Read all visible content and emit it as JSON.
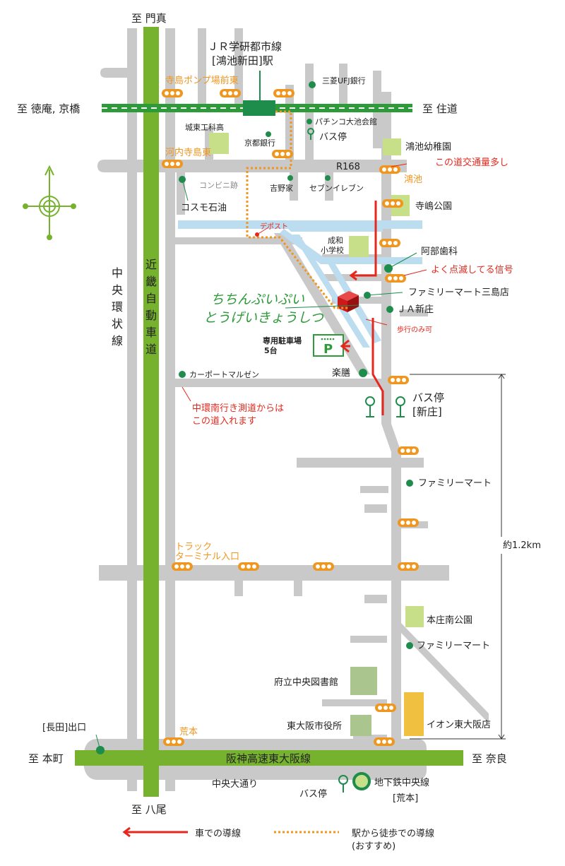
{
  "directions": {
    "north": "至 門真",
    "south": "至 八尾",
    "west_top": "至 徳庵, 京橋",
    "east_top": "至 住道",
    "west_bottom": "至 本町",
    "east_bottom": "至 奈良"
  },
  "station": {
    "line": "ＪＲ学研都市線",
    "name": "[鴻池新田]駅"
  },
  "intersections": {
    "teraji_pump": "寺島ポンプ場前東",
    "kawachi_terajima_higashi": "河内寺島東",
    "konoike": "鴻池",
    "truck_terminal": "トラック ターミナル入口",
    "truck_line1": "トラック",
    "truck_line2": "ターミナル入口",
    "aramoto": "荒本"
  },
  "roads": {
    "kinki_expressway": "近畿自動車道",
    "chuo_kanjo": "中央環状線",
    "hanshin_expressway": "阪神高速東大阪線",
    "chuo_odori": "中央大通り",
    "route": "R168",
    "nagata_exit": "[長田]出口"
  },
  "landmarks": {
    "mufg": "三菱UFJ銀行",
    "pachinko": "パチンコ大池会館",
    "bus_stop_north": "バス停",
    "joto_koka": "城東工科高",
    "kyoto_bank": "京都銀行",
    "konoike_kindergarten": "鴻池幼稚園",
    "convenience_ruins": "コンビニ跡",
    "yoshinoya": "吉野家",
    "seven_eleven": "セブンイレブン",
    "cosmo": "コスモ石油",
    "terajima_park": "寺嶋公園",
    "depost": "デポスト",
    "seiwa_school_1": "成和",
    "seiwa_school_2": "小学校",
    "abe_dental": "阿部歯科",
    "familymart_mishima": "ファミリーマート三島店",
    "ja_shinjo": "ＪＡ新庄",
    "parking_1": "専用駐車場",
    "parking_2": "5台",
    "parking_sign": "P",
    "carport": "カーポートマルゼン",
    "rakuzen": "楽膳",
    "bus_stop_shinjo_1": "バス停",
    "bus_stop_shinjo_2": "[新庄]",
    "familymart_2": "ファミリーマート",
    "honjo_park": "本庄南公園",
    "familymart_3": "ファミリーマート",
    "library": "府立中央図書館",
    "city_hall": "東大阪市役所",
    "aeon": "イオン東大阪店",
    "bus_stop_south": "バス停",
    "subway_1": "地下鉄中央線",
    "subway_2": "[荒本]"
  },
  "shop": {
    "name_line1": "ちちんぷいぷい",
    "name_line2": "とうげいきょうしつ"
  },
  "notes": {
    "traffic_heavy": "この道交通量多し",
    "blinking_signal": "よく点滅してる信号",
    "walk_only": "歩行のみ可",
    "chukan_note_1": "中環南行き測道からは",
    "chukan_note_2": "この道入れます"
  },
  "distance": "約1.2km",
  "legend": {
    "car_route": "車での導線",
    "walk_route_1": "駅から徒歩での導線",
    "walk_route_2": "(おすすめ)"
  },
  "colors": {
    "road": "#c9c9c9",
    "expressway": "#76b22e",
    "river": "#bcdcef",
    "car_route": "#e4281e",
    "walk_route": "#f0961e",
    "landmark_dot": "#1e8c4a",
    "park": "#c8df8a",
    "shop": "#cc1a1a",
    "aeon": "#f0c040"
  }
}
